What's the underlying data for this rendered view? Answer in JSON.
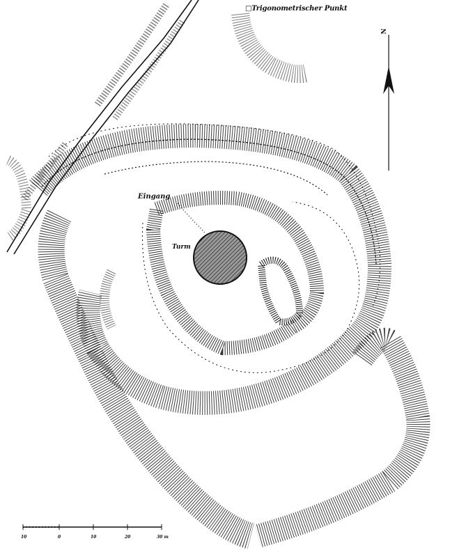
{
  "map": {
    "title": "",
    "labels": {
      "trig_point": "□Trigonometrischer Punkt",
      "entrance": "Eingang",
      "tower": "Turm",
      "north": "N"
    },
    "scale_bar": {
      "ticks": [
        "10",
        "0",
        "10",
        "20",
        "30 m"
      ],
      "unit": "m"
    },
    "colors": {
      "ink": "#111111",
      "paper": "#ffffff",
      "tower_fill": "#777777"
    }
  }
}
